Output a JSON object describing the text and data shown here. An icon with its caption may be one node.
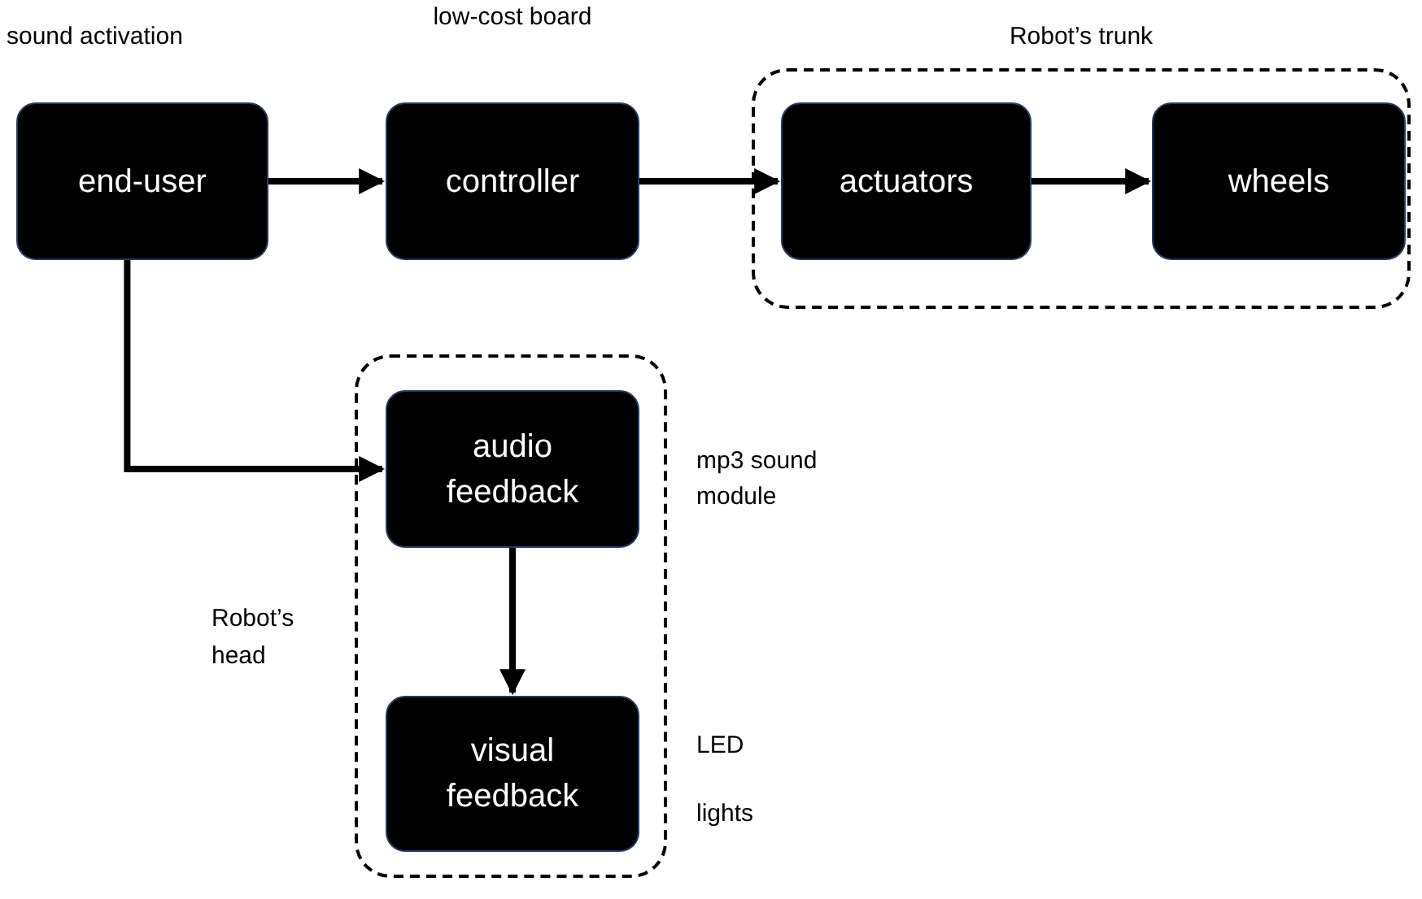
{
  "diagram": {
    "nodes": [
      {
        "text": [
          "end-user"
        ],
        "beside": [
          "sound activation"
        ]
      },
      {
        "text": [
          "controller"
        ],
        "beside": [
          "low-cost board"
        ]
      },
      {
        "text": [
          "Robot’s trunk"
        ]
      },
      {
        "text": [
          "actuators"
        ],
        "in": 2
      },
      {
        "text": [
          "wheels"
        ],
        "in": 2
      },
      {
        "text": [
          "Robot’s head"
        ]
      },
      {
        "text": [
          "audio feedback"
        ],
        "in": 5,
        "beside": [
          "mp3 sound module"
        ]
      },
      {
        "text": [
          "visual feedback"
        ],
        "in": 5,
        "beside": [
          "LED lights"
        ]
      }
    ],
    "edges": [
      {
        "from": 0,
        "to": 1,
        "arrow": "to"
      },
      {
        "from": 1,
        "to": 3,
        "arrow": "to"
      },
      {
        "from": 3,
        "to": 4,
        "arrow": "to"
      },
      {
        "from": 0,
        "to": 6,
        "arrow": "to"
      },
      {
        "from": 6,
        "to": 7,
        "arrow": "to"
      }
    ]
  }
}
